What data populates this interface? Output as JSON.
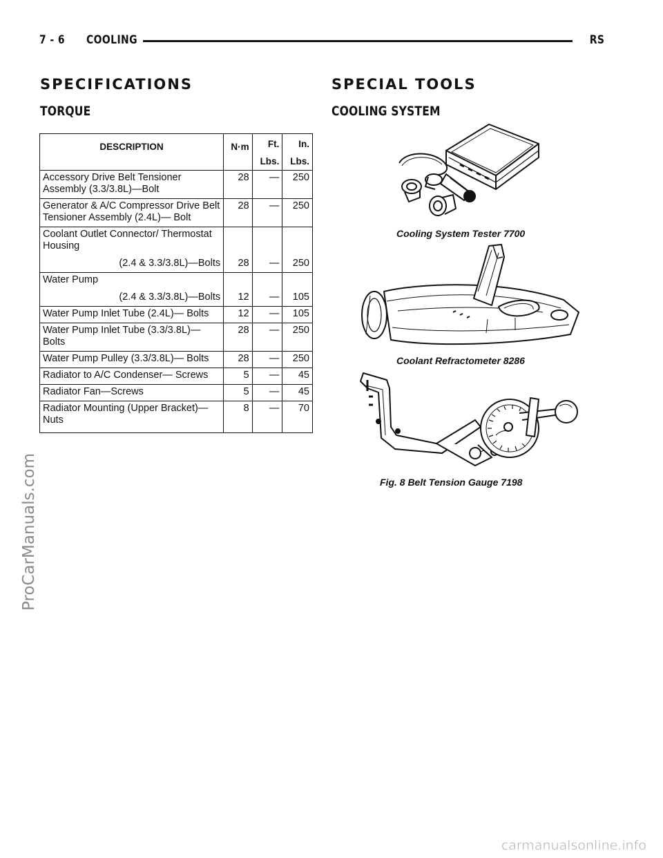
{
  "header": {
    "page_number": "7 - 6",
    "section": "COOLING",
    "code": "RS"
  },
  "watermark_side": "ProCarManuals.com",
  "watermark_bottom": "carmanualsonline.info",
  "specifications": {
    "heading": "SPECIFICATIONS",
    "subheading": "TORQUE",
    "table": {
      "headers": {
        "description": "DESCRIPTION",
        "nm": "N·m",
        "ft_line1": "Ft.",
        "ft_line2": "Lbs.",
        "in_line1": "In.",
        "in_line2": "Lbs."
      },
      "rows": [
        {
          "desc": "Accessory Drive Belt Tensioner Assembly (3.3/3.8L)—Bolt",
          "nm": "28",
          "ft": "—",
          "in": "250"
        },
        {
          "desc": "Generator & A/C Compressor Drive Belt Tensioner Assembly (2.4L)— Bolt",
          "nm": "28",
          "ft": "—",
          "in": "250"
        },
        {
          "desc": "Coolant Outlet Connector/ Thermostat Housing",
          "sub": "(2.4 & 3.3/3.8L)—Bolts",
          "nm": "28",
          "ft": "—",
          "in": "250"
        },
        {
          "desc": "Water Pump",
          "sub": "(2.4 & 3.3/3.8L)—Bolts",
          "nm": "12",
          "ft": "—",
          "in": "105"
        },
        {
          "desc": "Water Pump Inlet Tube (2.4L)— Bolts",
          "nm": "12",
          "ft": "—",
          "in": "105"
        },
        {
          "desc": "Water Pump Inlet Tube (3.3/3.8L)— Bolts",
          "nm": "28",
          "ft": "—",
          "in": "250"
        },
        {
          "desc": "Water Pump Pulley (3.3/3.8L)— Bolts",
          "nm": "28",
          "ft": "—",
          "in": "250"
        },
        {
          "desc": "Radiator to A/C Condenser— Screws",
          "nm": "5",
          "ft": "—",
          "in": "45"
        },
        {
          "desc": "Radiator Fan—Screws",
          "nm": "5",
          "ft": "—",
          "in": "45"
        },
        {
          "desc": "Radiator Mounting (Upper Bracket)—Nuts",
          "nm": "8",
          "ft": "—",
          "in": "70"
        }
      ]
    }
  },
  "special_tools": {
    "heading": "SPECIAL TOOLS",
    "subheading": "COOLING SYSTEM",
    "captions": {
      "tester": "Cooling System Tester 7700",
      "refractometer": "Coolant Refractometer 8286",
      "gauge": "Fig. 8 Belt Tension Gauge 7198"
    }
  }
}
